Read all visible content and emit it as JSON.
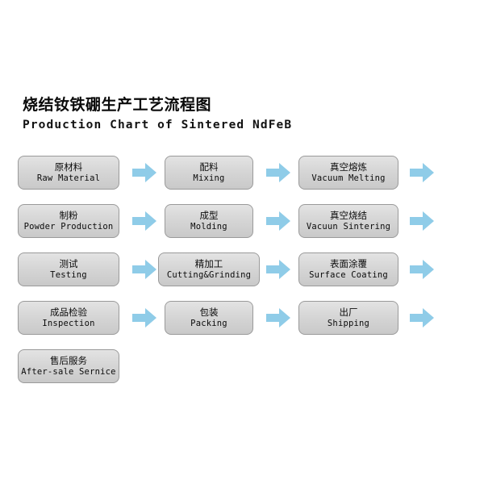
{
  "title": {
    "cn": "烧结钕铁硼生产工艺流程图",
    "en": "Production Chart of Sintered NdFeB"
  },
  "colors": {
    "background": "#ffffff",
    "box_fill_top": "#e3e3e3",
    "box_fill_bottom": "#c9c9c9",
    "box_border": "#9a9a9a",
    "arrow": "#8fcce8",
    "text": "#0b0b0b"
  },
  "chart_data": {
    "type": "diagram",
    "title": "Production Chart of Sintered NdFeB",
    "subtitle": "烧结钕铁硼生产工艺流程图",
    "layout": "4 rows of 3 process boxes with connecting arrows, plus a final single box",
    "steps": [
      {
        "order": 1,
        "cn": "原材料",
        "en": "Raw Material"
      },
      {
        "order": 2,
        "cn": "配料",
        "en": "Mixing"
      },
      {
        "order": 3,
        "cn": "真空熔炼",
        "en": "Vacuum Melting"
      },
      {
        "order": 4,
        "cn": "制粉",
        "en": "Powder Production"
      },
      {
        "order": 5,
        "cn": "成型",
        "en": "Molding"
      },
      {
        "order": 6,
        "cn": "真空烧结",
        "en": "Vacuun Sintering"
      },
      {
        "order": 7,
        "cn": "测试",
        "en": "Testing"
      },
      {
        "order": 8,
        "cn": "精加工",
        "en": "Cutting&Grinding"
      },
      {
        "order": 9,
        "cn": "表面涂覆",
        "en": "Surface Coating"
      },
      {
        "order": 10,
        "cn": "成品检验",
        "en": "Inspection"
      },
      {
        "order": 11,
        "cn": "包装",
        "en": "Packing"
      },
      {
        "order": 12,
        "cn": "出厂",
        "en": "Shipping"
      },
      {
        "order": 13,
        "cn": "售后服务",
        "en": "After-sale Sernice"
      }
    ]
  },
  "rows": [
    {
      "nodes": [
        {
          "cn": "原材料",
          "en": "Raw Material"
        },
        {
          "cn": "配料",
          "en": "Mixing"
        },
        {
          "cn": "真空熔炼",
          "en": "Vacuum Melting"
        }
      ]
    },
    {
      "nodes": [
        {
          "cn": "制粉",
          "en": "Powder Production"
        },
        {
          "cn": "成型",
          "en": "Molding"
        },
        {
          "cn": "真空烧结",
          "en": "Vacuun Sintering"
        }
      ]
    },
    {
      "nodes": [
        {
          "cn": "测试",
          "en": "Testing"
        },
        {
          "cn": "精加工",
          "en": "Cutting&Grinding"
        },
        {
          "cn": "表面涂覆",
          "en": "Surface Coating"
        }
      ]
    },
    {
      "nodes": [
        {
          "cn": "成品检验",
          "en": "Inspection"
        },
        {
          "cn": "包装",
          "en": "Packing"
        },
        {
          "cn": "出厂",
          "en": "Shipping"
        }
      ]
    },
    {
      "nodes": [
        {
          "cn": "售后服务",
          "en": "After-sale Sernice"
        }
      ]
    }
  ]
}
